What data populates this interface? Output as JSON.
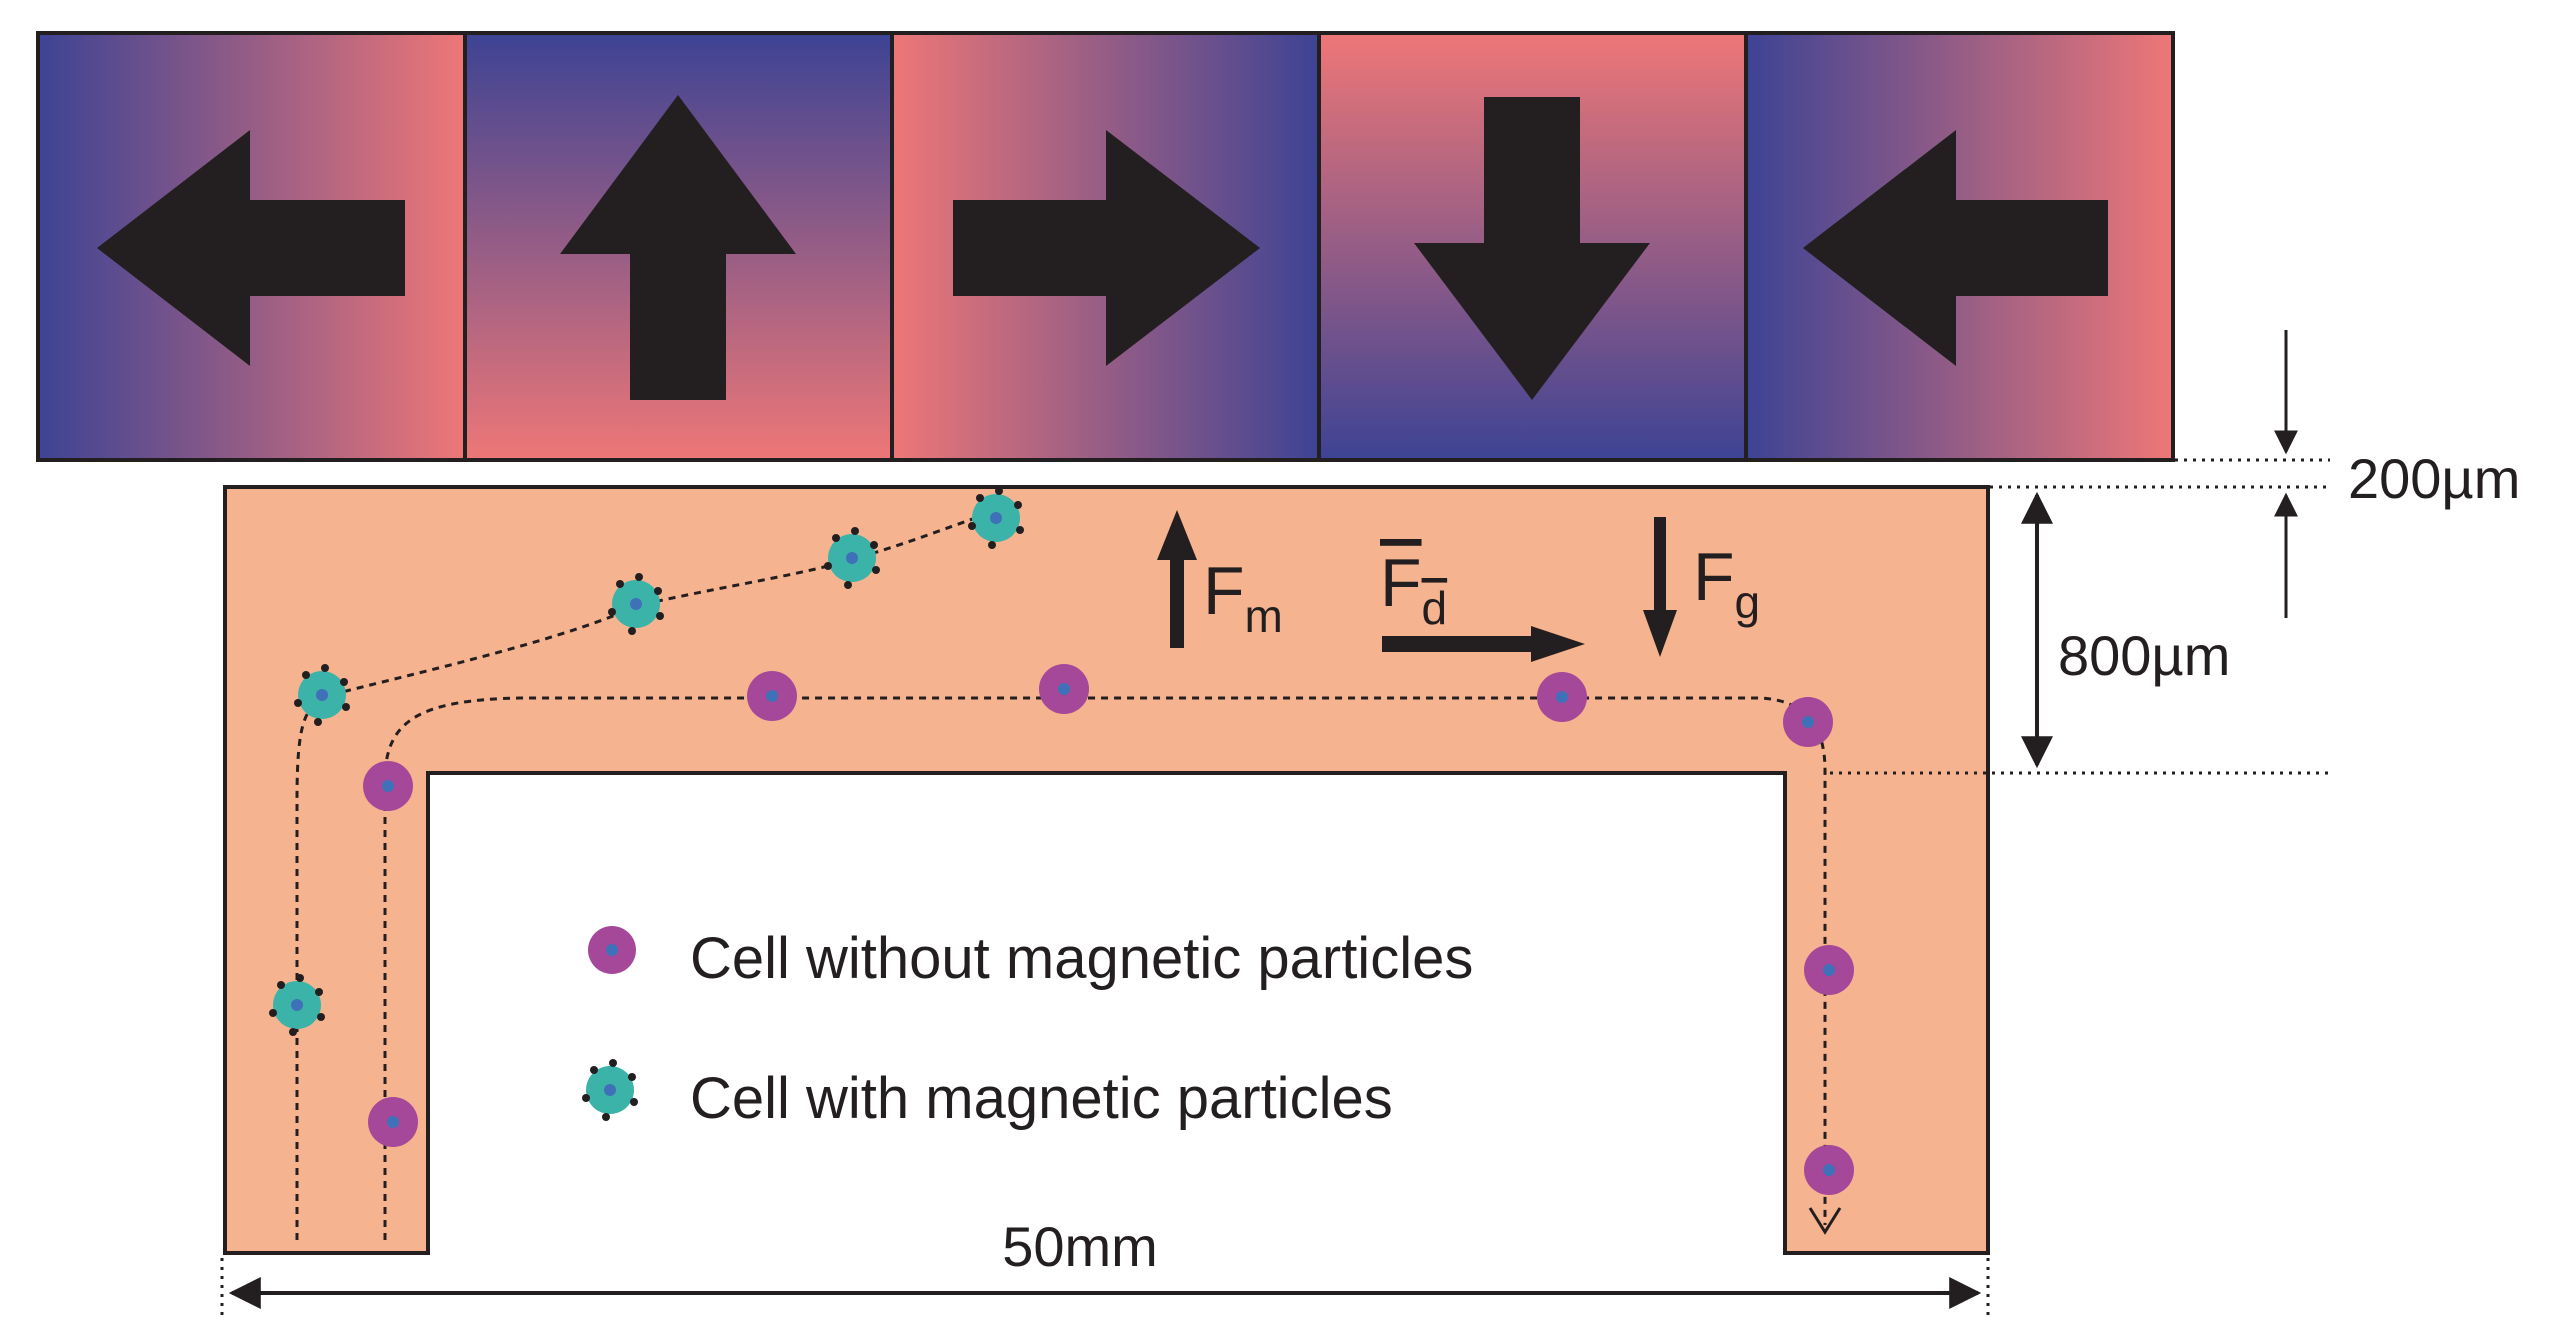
{
  "magnets": [
    {
      "arrow": "left"
    },
    {
      "arrow": "up"
    },
    {
      "arrow": "right"
    },
    {
      "arrow": "down"
    },
    {
      "arrow": "left"
    }
  ],
  "forces": {
    "fm": {
      "main": "F",
      "sub": "m"
    },
    "fd": {
      "main": "F",
      "sub": "d"
    },
    "fg": {
      "main": "F",
      "sub": "g"
    }
  },
  "dimensions": {
    "gap": "200µm",
    "channel_height": "800µm",
    "length": "50mm"
  },
  "legend": {
    "without": "Cell without magnetic particles",
    "with": "Cell with magnetic particles"
  },
  "colors": {
    "magnet_blue": "#3d4394",
    "magnet_red": "#ee7777",
    "channel": "#f6b38f",
    "cell_plain": "#a5489a",
    "cell_magnetic": "#3bb3a8",
    "nucleus": "#3f71b8",
    "ink": "#231f20"
  }
}
